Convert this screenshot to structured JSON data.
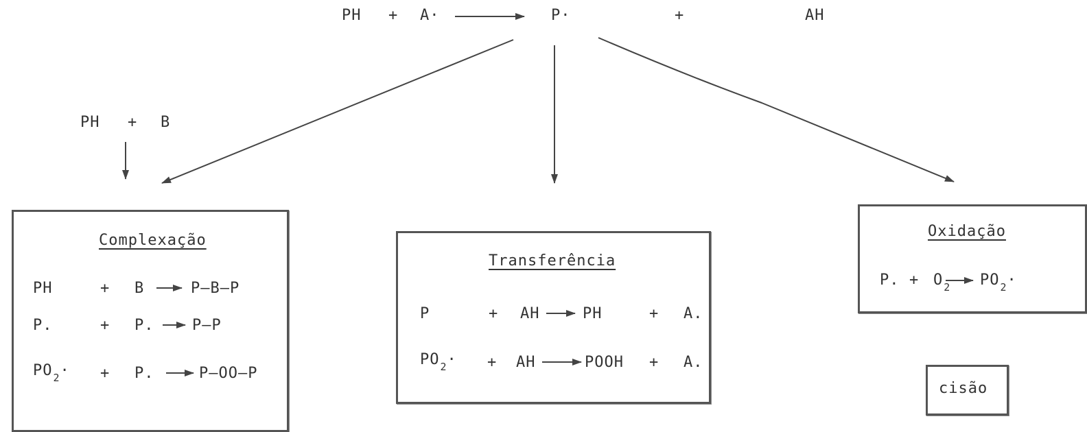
{
  "top_reaction": {
    "ph": "PH",
    "plus1": "+",
    "a_rad": "A·",
    "p_rad": "P·",
    "plus2": "+",
    "ah": "AH"
  },
  "side_reaction": {
    "ph": "PH",
    "plus": "+",
    "b": "B"
  },
  "complexacao": {
    "title": "Complexação",
    "rows": [
      {
        "r1": "PH",
        "plus": "+",
        "r2": "B",
        "product": "P–B–P"
      },
      {
        "r1": "P.",
        "plus": "+",
        "r2": "P.",
        "product": "P–P"
      },
      {
        "r1": "PO",
        "r1_sub": "2",
        "r1_dot": "·",
        "plus": "+",
        "r2": "P.",
        "product": "P–OO–P"
      }
    ]
  },
  "transferencia": {
    "title": "Transferência",
    "rows": [
      {
        "r1": "P",
        "plus": "+",
        "r2": "AH",
        "product": "PH",
        "plus2": "+",
        "p2": "A."
      },
      {
        "r1": "PO",
        "r1_sub": "2",
        "r1_dot": "·",
        "plus": "+",
        "r2": "AH",
        "product": "POOH",
        "plus2": "+",
        "p2": "A."
      }
    ]
  },
  "oxidacao": {
    "title": "Oxidação",
    "row": {
      "r1": "P.",
      "plus": "+",
      "r2": "O",
      "r2_sub": "2",
      "product": "PO",
      "product_sub": "2",
      "product_dot": "·"
    }
  },
  "cisao": {
    "label": "cisão"
  },
  "colors": {
    "ink": "#333333",
    "border": "#555555"
  }
}
